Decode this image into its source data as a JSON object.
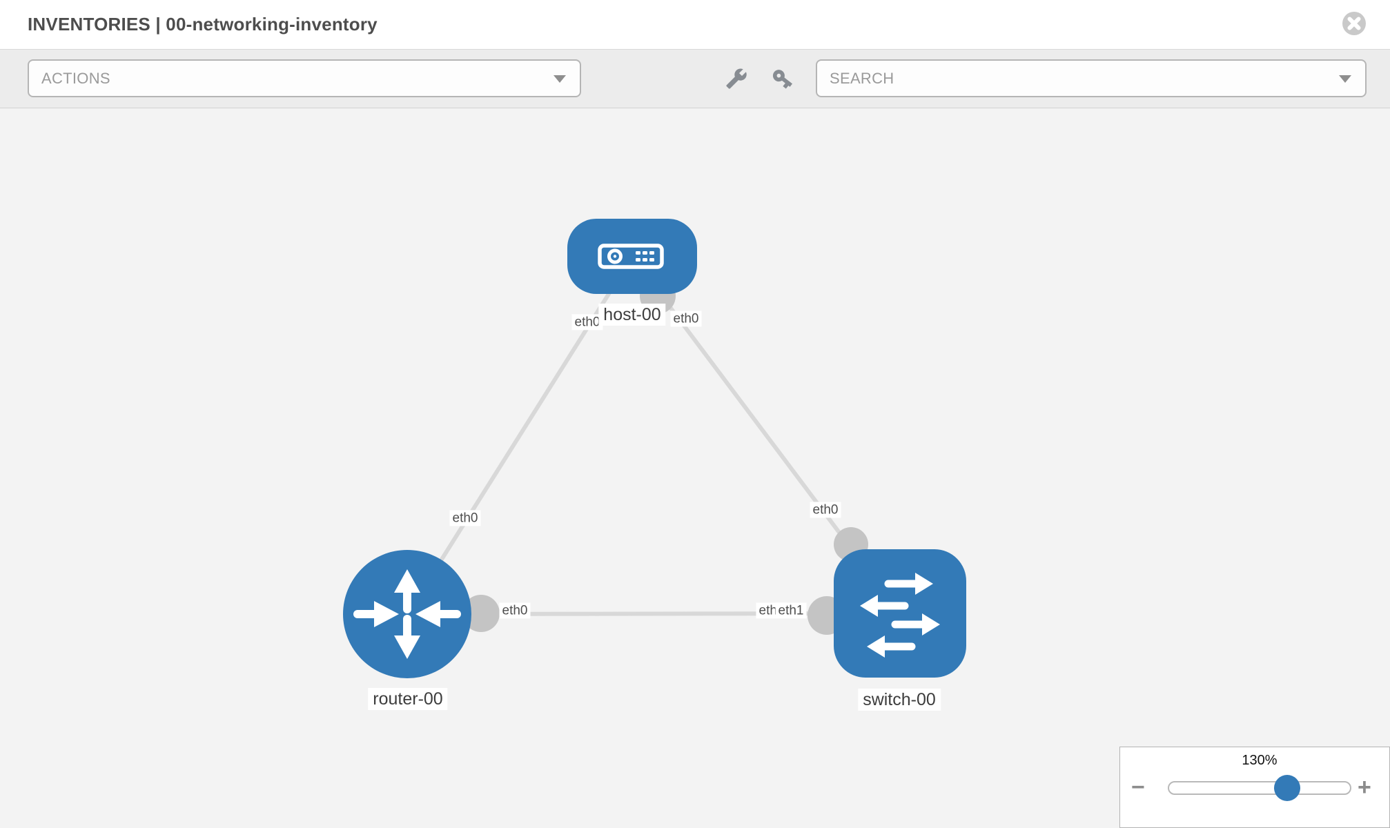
{
  "header": {
    "title": "INVENTORIES | 00-networking-inventory",
    "close_icon": "close-icon"
  },
  "toolbar": {
    "actions_label": "ACTIONS",
    "search_label": "SEARCH",
    "icons": [
      "wrench-icon",
      "key-icon"
    ]
  },
  "topology": {
    "nodes": [
      {
        "label": "host-00",
        "type": "host",
        "icon": "server-icon"
      },
      {
        "label": "router-00",
        "type": "router",
        "icon": "router-arrows-icon"
      },
      {
        "label": "switch-00",
        "type": "switch",
        "icon": "switch-arrows-icon"
      }
    ],
    "links": [
      {
        "source": "host-00",
        "source_interface": "eth0",
        "target": "router-00",
        "target_interface": "eth0"
      },
      {
        "source": "host-00",
        "source_interface": "eth0",
        "target": "switch-00",
        "target_interface": "eth0"
      },
      {
        "source": "router-00",
        "source_interface": "eth0",
        "target": "switch-00",
        "target_interface": "eth1"
      }
    ],
    "interface_labels": [
      "eth0",
      "eth0",
      "eth0",
      "eth0",
      "eth0",
      "eth0",
      "eth1"
    ]
  },
  "zoom_control": {
    "value": "130%",
    "minus_label": "−",
    "plus_label": "+"
  },
  "colors": {
    "node_blue": "#337ab7",
    "edge_gray": "#d8d8d8",
    "interface_dot_gray": "#c4c4c4",
    "canvas_bg": "#f3f3f3",
    "toolbar_bg": "#ececec"
  }
}
